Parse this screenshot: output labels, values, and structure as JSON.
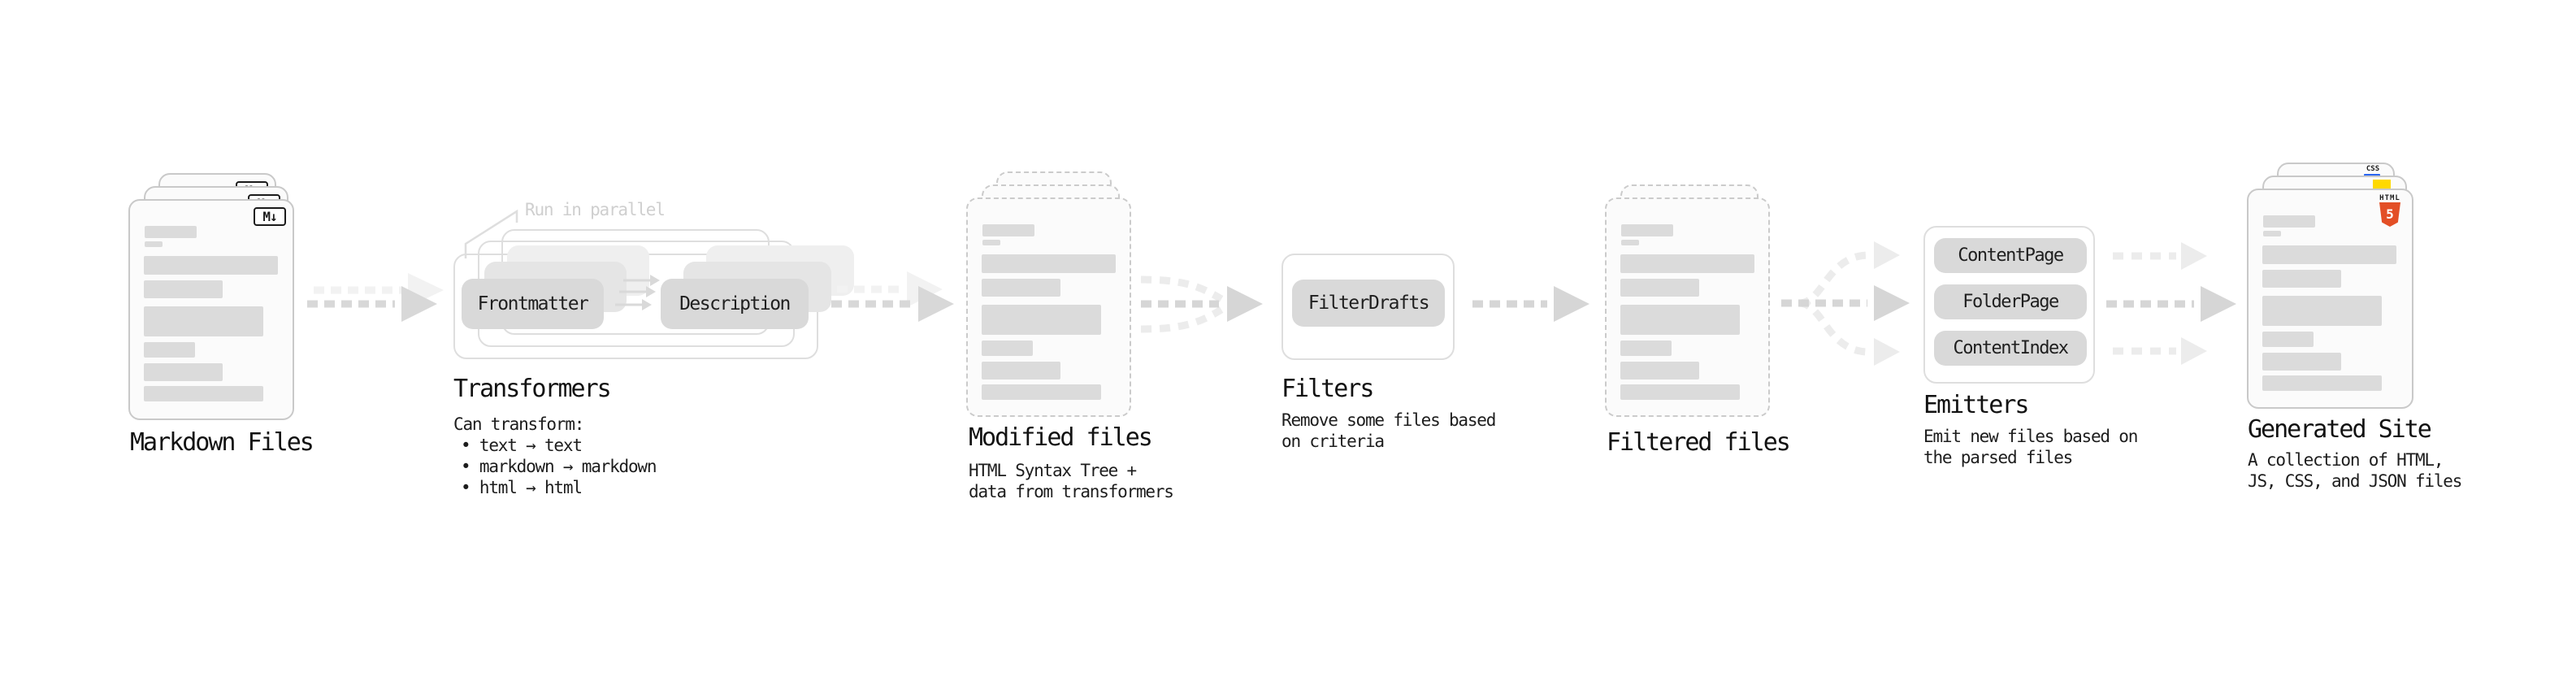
{
  "icons": {
    "markdown": "M↓",
    "css": "CSS",
    "html": "HTML",
    "html5": "5"
  },
  "colors": {
    "html5_orange": "#e34f26",
    "js_yellow": "#ffd900",
    "css_blue": "#2965f1",
    "chip_gray": "#d9d9d9",
    "arrow_gray": "#d6d6d6",
    "arrow_light": "#ececec"
  },
  "stages": {
    "markdown": {
      "label": "Markdown Files"
    },
    "transformers": {
      "label": "Transformers",
      "annotation": "Run in parallel",
      "chip_a": "Frontmatter",
      "chip_b": "Description",
      "intro": "Can transform:",
      "bullet1": "• text → text",
      "bullet2": "• markdown → markdown",
      "bullet3": "• html → html"
    },
    "modified": {
      "label": "Modified files",
      "sub1": "HTML Syntax Tree +",
      "sub2": "data from transformers"
    },
    "filters": {
      "label": "Filters",
      "chip": "FilterDrafts",
      "sub1": "Remove some files based",
      "sub2": "on criteria"
    },
    "filtered": {
      "label": "Filtered files"
    },
    "emitters": {
      "label": "Emitters",
      "chip_a": "ContentPage",
      "chip_b": "FolderPage",
      "chip_c": "ContentIndex",
      "sub1": "Emit new files based on",
      "sub2": "the parsed files"
    },
    "generated": {
      "label": "Generated Site",
      "sub1": "A collection of HTML,",
      "sub2": "JS, CSS, and JSON files"
    }
  }
}
